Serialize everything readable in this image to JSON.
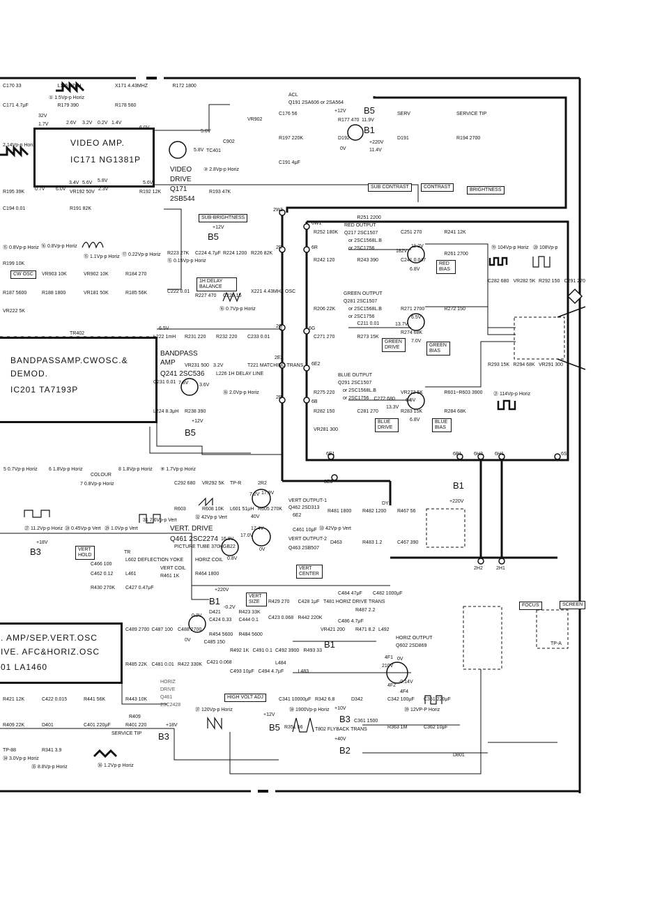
{
  "blocks": {
    "video_amp": {
      "title": "VIDEO AMP.",
      "ic": "IC171 NG1381P"
    },
    "bandpass": {
      "line1": "BANDPASSAMP.CWOSC.&",
      "line2": "DEMOD.",
      "ic": "IC201 TA7193P"
    },
    "sync": {
      "line1": ". AMP/SEP.VERT.OSC",
      "line2": "IVE. AFC&HORIZ.OSC",
      "ic": "01  LA1460"
    }
  },
  "transistors": {
    "video_drive": [
      "VIDEO",
      "DRIVE",
      "Q171",
      "2SB544"
    ],
    "acl": [
      "ACL",
      "Q191  2SA606 or  2SA564"
    ],
    "bandpass_amp": [
      "BANDPASS",
      "AMP",
      "Q241 2SC536"
    ],
    "red_output": [
      "RED  OUTPUT",
      "Q217  2SC1507",
      "or  2SC1568L.B",
      "or  2SC1756"
    ],
    "green_output": [
      "GREEN  OUTPUT",
      "Q281  2SC1507",
      "or  2SC1568L.B",
      "or  2SC1756"
    ],
    "blue_output": [
      "BLUE  OUTPUT",
      "Q291  2SC1507",
      "or  2SC1568L.B",
      "or  2SC1756"
    ],
    "vert_drive": [
      "VERT. DRIVE",
      "Q461 2SC2274"
    ],
    "vert_output_1": [
      "VERT  OUTPUT-1",
      "Q462  2SD313"
    ],
    "vert_output_2": [
      "VERT  OUTPUT-2",
      "Q463  2SB507"
    ],
    "horiz_drive": [
      "HORIZ",
      "DRIVE",
      "Q461",
      "2SC2428"
    ],
    "horiz_output": [
      "HORIZ  OUTPUT",
      "Q602  2SD869"
    ]
  },
  "controls": {
    "sub_brightness": "SUB-BRIGHTNESS",
    "sub_contrast": "SUB CONTRAST",
    "contrast": "CONTRAST",
    "brightness": "BRIGHTNESS",
    "cw_osc": "CW OSC",
    "delay_balance": "1H DELAY BALANCE",
    "red_bias": "RED BIAS",
    "green_drive": "GREEN DRIVE",
    "green_bias": "GREEN BIAS",
    "blue_drive": "BLUE DRIVE",
    "blue_bias": "BLUE BIAS",
    "vert_hold": "VERT HOLD",
    "vert_center": "VERT CENTER",
    "vert_size": "VERT SIZE",
    "high_volt_adj": "HIGH VOLT ADJ",
    "focus": "FOCUS",
    "screen": "SCREEN",
    "colour": "COLOUR"
  },
  "rails": [
    "B5",
    "B1",
    "B5",
    "B5",
    "B1",
    "B3",
    "B1",
    "B3",
    "B5",
    "B3",
    "B2",
    "B1"
  ],
  "voltages": [
    "+12V",
    "+220V",
    "+12V",
    "+12V",
    "+220V",
    "+18V",
    "+220V",
    "+12V",
    "+10V",
    "+40V",
    "+18V"
  ],
  "components": [
    "C170 33",
    "L115 47μH",
    "X171 4.43MHZ",
    "R172 1800",
    "C171 4.7μF",
    "R179 390",
    "R178 560",
    "C176 56",
    "R177 470",
    "SERV",
    "SERVICE TIP",
    "R197 220K",
    "D192",
    "D191",
    "R194 2700",
    "C191 4μF",
    "R195 39K",
    "VR192 50V",
    "R192 12K",
    "R193 47K",
    "C194 0.01",
    "R191 82K",
    "R199 10K",
    "VR903 10K",
    "VR902 10K",
    "R184 270",
    "R187 5600",
    "R188 1800",
    "VR181 50K",
    "R185 56K",
    "VR222 5K",
    "R223 27K",
    "C224 4.7μF",
    "R224 1200",
    "R226 82K",
    "C222 0.01",
    "R227 470",
    "C229 15",
    "X221 4.43MHZ OSC",
    "L222 1mH",
    "R231 220",
    "R232 220",
    "C233 0.01",
    "C231 0.01",
    "VR231 500",
    "L226 1H DELAY LINE",
    "T221 MATCHING TRANS",
    "L224 8.3μH",
    "R238 390",
    "R252 180K",
    "R251 2200",
    "C251 270",
    "R241 12K",
    "R242 120",
    "R243 390",
    "C241 0.047",
    "R261 2700",
    "R206 22K",
    "C211 0.01",
    "R271 2700",
    "R272 150",
    "C271 270",
    "R273 15K",
    "R274 68K",
    "R275 220",
    "C272 680",
    "VR272 5K",
    "R601~R603 3900",
    "R282 150",
    "C281 270",
    "R283 15K",
    "R284 68K",
    "VR281 300",
    "C282 680",
    "VR282 5K",
    "R292 150",
    "C291 270",
    "R293 15K",
    "R294 68K",
    "VR291 300",
    "C292 680",
    "VR292 5K",
    "TP-R",
    "2R2",
    "R603",
    "R608 10K",
    "L601 51μH",
    "R605 270K",
    "PICTURE TUBE 370HGB22",
    "6E2",
    "R481 1800",
    "R482 1200",
    "R467 56",
    "C461 10μF",
    "D463",
    "R483 1.2",
    "C467 390",
    "C466 100",
    "L602 DEFLECTION YOKE",
    "VERT COIL",
    "HORIZ COIL",
    "C462 0.12",
    "L461",
    "R461 1K",
    "R464 1800",
    "R430 270K",
    "C427 0.47μF",
    "D421",
    "R423 33K",
    "R429 270",
    "C428 1μF",
    "C424 0.33",
    "C444 0.1",
    "C423 0.068",
    "R442 220K",
    "R454 5600",
    "R484 5600",
    "T481 HORIZ DRIVE TRANS",
    "C484 47μF",
    "R487 2.2",
    "C482 1000μF",
    "VR421 200",
    "C486 4.7μF",
    "R471 8.2",
    "L492",
    "R492 1K",
    "C491 0.1",
    "C492 3900",
    "R493 33",
    "C493 10μF",
    "C494 4.7μF",
    "L484",
    "L483",
    "C489 2700",
    "C487 100",
    "C488 2700",
    "C485 150",
    "R485 22K",
    "C481 0.01",
    "R422 330K",
    "C421 0.068",
    "R421 12K",
    "C422 0.015",
    "R441 56K",
    "R443 10K",
    "R409 22K",
    "D401",
    "C401 220μF",
    "R401 220",
    "TP-88",
    "R341 3.9",
    "C341 10000μF",
    "R342 6.8",
    "D342",
    "C342 100μF",
    "C351 220μF",
    "R351 56",
    "T802 FLYBACK TRANS",
    "C361 1500",
    "R363 1M",
    "C362 10μF"
  ],
  "waveforms": [
    "① 1.5Vp-p Horiz",
    "2.14Vp-p Horiz",
    "③ 2.8Vp-p Horiz",
    "⑮ 0.8Vp-p Horiz",
    "⑯ 0.8Vp-p Horiz",
    "⑮ 1.1Vp-p Horiz",
    "⑰ 0.22Vp-p Horiz",
    "⑮ 0.15Vp-p Horiz",
    "⑯ 0.7Vp-p Horiz",
    "⑱ 2.0Vp-p Horiz",
    "⑲ 104Vp-p Horiz",
    "⑳ 108Vp-p",
    "㉑ 114Vp-p Horiz",
    "5 0.7Vp-p Horiz",
    "6 1.8Vp-p Horiz",
    "7 0.8Vp-p Horiz",
    "8 1.8Vp-p Horiz",
    "⑨ 1.7Vp-p Horiz",
    "㉜ 42Vp-p Vert",
    "㉝ 42Vp-p Vert",
    "㉗ 11.2Vp-p Horiz",
    "㉘ 0.45Vp-p Vert",
    "㉙ 1.0Vp-p Vert",
    "31 7.6Vp-p Vert",
    "㉞ 3.0Vp-p Horiz",
    "㉟ 8.8Vp-p Horiz",
    "㊱ 1.2Vp-p Horiz",
    "㊲ 120Vp-p Horiz",
    "㊳ 1900Vp-p Horiz",
    "㊴ 12VP-P Horiz"
  ],
  "pin_voltages": [
    "1.7V",
    "2.6V",
    "3.2V",
    "0.2V",
    "1.4V",
    "6.0V",
    "0.7V",
    "6.0V",
    "3.4V",
    "5.6V",
    "2.3V",
    "5.8V",
    "5.6V",
    "5.8V",
    "5.6V",
    "0V",
    "11.4V",
    "11.9V",
    "11.2V",
    "182V",
    "6.8V",
    "6.5V",
    "13.7V",
    "7.0V",
    "6.5V",
    "13.3V",
    "6.8V",
    "6.5V",
    "7.8V",
    "3.6V",
    "3.2V",
    "7.2V",
    "17.9V",
    "40V",
    "17.4V",
    "17.0V",
    "16.8V",
    "0.8V",
    "0V",
    "0V",
    "210V",
    "-0.14V",
    "0V",
    "-0.2V",
    "0.2V",
    "32V"
  ],
  "connector_labels": [
    "2W1",
    "2R",
    "2G",
    "2E2",
    "2B",
    "6W1",
    "6R",
    "6G",
    "6E2",
    "6B",
    "6E1",
    "6B1",
    "6H2",
    "6H1",
    "6S",
    "2H2",
    "2H1",
    "3E3",
    "DY",
    "4F1",
    "4F2",
    "4F4"
  ],
  "arrows": [
    "VR902",
    "C902",
    "TC401",
    "TR402",
    "TP-A",
    "D801",
    "R409",
    "SERVICE TIP",
    "TR"
  ]
}
